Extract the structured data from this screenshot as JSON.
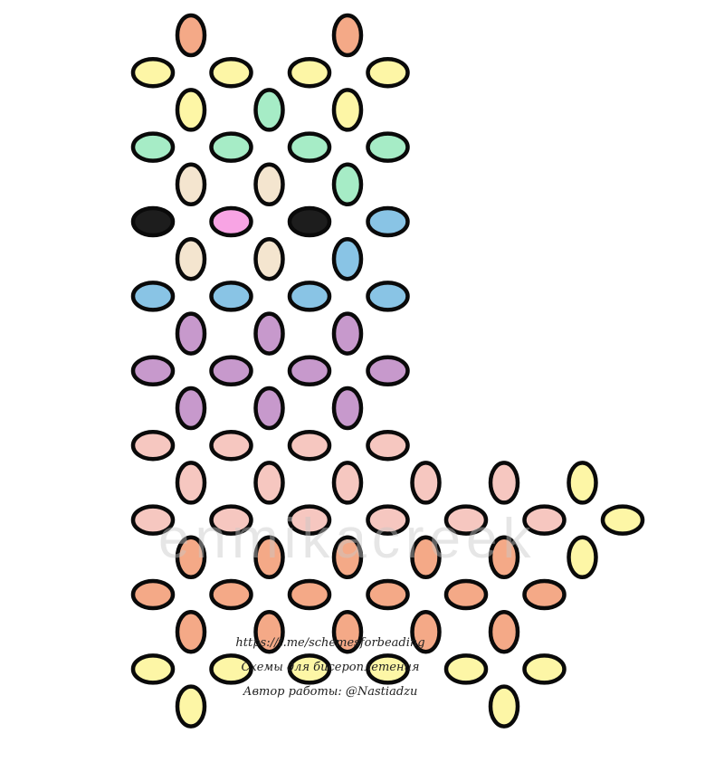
{
  "colors": {
    "peach": "#f4a987",
    "yellow": "#fdf6a6",
    "mint": "#a6ecc6",
    "beige": "#f4e5cf",
    "black": "#1d1d1d",
    "pink": "#f8a4e4",
    "blue": "#89c4e5",
    "purple": "#c799cc",
    "salmon": "#f6c7c0",
    "outline": "#0a0a0a"
  },
  "pattern": {
    "horizontal_rows": [
      {
        "y": 1,
        "beads": [
          "yellow",
          "yellow",
          "yellow",
          "yellow"
        ]
      },
      {
        "y": 3,
        "beads": [
          "mint",
          "mint",
          "mint",
          "mint"
        ]
      },
      {
        "y": 5,
        "beads": [
          "black",
          "pink",
          "black",
          "blue"
        ]
      },
      {
        "y": 7,
        "beads": [
          "blue",
          "blue",
          "blue",
          "blue"
        ]
      },
      {
        "y": 9,
        "beads": [
          "purple",
          "purple",
          "purple",
          "purple"
        ]
      },
      {
        "y": 11,
        "beads": [
          "salmon",
          "salmon",
          "salmon",
          "salmon"
        ]
      },
      {
        "y": 13,
        "beads": [
          "salmon",
          "salmon",
          "salmon",
          "salmon",
          "salmon",
          "salmon",
          "yellow"
        ]
      },
      {
        "y": 15,
        "beads": [
          "peach",
          "peach",
          "peach",
          "peach",
          "peach",
          "peach"
        ]
      },
      {
        "y": 17,
        "beads": [
          "yellow",
          "yellow",
          "yellow",
          "yellow",
          "yellow",
          "yellow"
        ]
      }
    ],
    "vertical_rows": [
      {
        "y": 0,
        "beads": [
          "peach",
          null,
          "peach"
        ]
      },
      {
        "y": 2,
        "beads": [
          "yellow",
          "mint",
          "yellow"
        ]
      },
      {
        "y": 4,
        "beads": [
          "beige",
          "beige",
          "mint"
        ]
      },
      {
        "y": 6,
        "beads": [
          "beige",
          "beige",
          "blue"
        ]
      },
      {
        "y": 8,
        "beads": [
          "purple",
          "purple",
          "purple"
        ]
      },
      {
        "y": 10,
        "beads": [
          "purple",
          "purple",
          "purple"
        ]
      },
      {
        "y": 12,
        "beads": [
          "salmon",
          "salmon",
          "salmon",
          "salmon",
          "salmon",
          "yellow"
        ]
      },
      {
        "y": 14,
        "beads": [
          "peach",
          "peach",
          "peach",
          "peach",
          "peach",
          "yellow"
        ]
      },
      {
        "y": 16,
        "beads": [
          "peach",
          "peach",
          "peach",
          "peach",
          "peach"
        ]
      },
      {
        "y": 18,
        "beads": [
          "yellow",
          null,
          null,
          null,
          "yellow"
        ]
      }
    ]
  },
  "watermark": "enmikacreek",
  "credits": {
    "link": "https://t.me/schemesforbeading",
    "subtitle": "Схемы для бисероплетения",
    "author": "Автор работы: @Nastiadzu"
  }
}
